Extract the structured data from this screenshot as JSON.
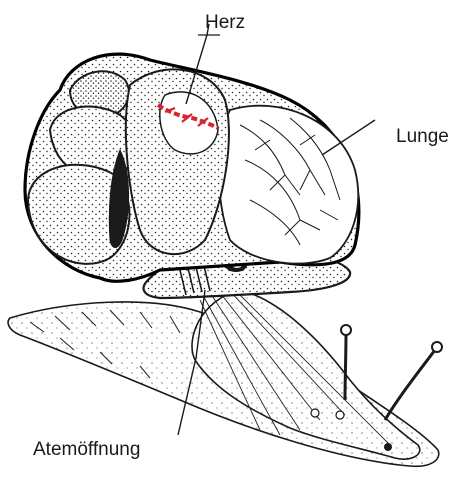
{
  "labels": {
    "heart": "Herz",
    "lung": "Lunge",
    "breathing_opening": "Atemöffnung"
  },
  "colors": {
    "ink": "#1a1a1a",
    "heart_highlight": "#d4262b",
    "background": "#ffffff"
  }
}
